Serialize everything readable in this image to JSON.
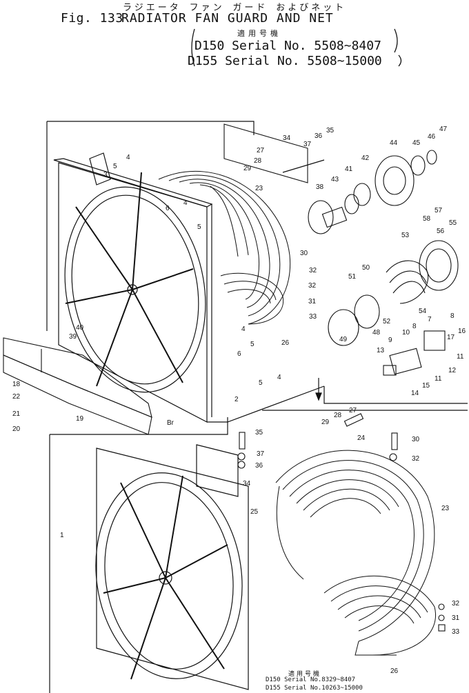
{
  "header": {
    "jp_title": "ラジエータ ファン ガード およびネット",
    "fig_label": "Fig. 133",
    "title": "RADIATOR FAN GUARD AND NET",
    "applicability_jp": "適用号機",
    "serial_1": "D150 Serial No. 5508~8407",
    "serial_2": "D155 Serial No. 5508~15000"
  },
  "inset_note": {
    "jp": "適用号機",
    "serial_1": "D150 Serial No.8329~8407",
    "serial_2": "D155 Serial No.10263~15000"
  },
  "callouts": [
    "1",
    "2",
    "3",
    "4",
    "4",
    "4",
    "5",
    "5",
    "5",
    "5",
    "6",
    "6",
    "7",
    "8",
    "9",
    "10",
    "11",
    "11",
    "12",
    "13",
    "14",
    "15",
    "16",
    "17",
    "18",
    "19",
    "20",
    "21",
    "22",
    "23",
    "23",
    "24",
    "25",
    "26",
    "26",
    "27",
    "27",
    "28",
    "28",
    "29",
    "29",
    "30",
    "30",
    "31",
    "31",
    "32",
    "32",
    "32",
    "32",
    "33",
    "33",
    "34",
    "34",
    "35",
    "35",
    "36",
    "36",
    "37",
    "37",
    "38",
    "39",
    "40",
    "41",
    "42",
    "43",
    "44",
    "45",
    "46",
    "47",
    "48",
    "49",
    "50",
    "51",
    "52",
    "53",
    "54",
    "55",
    "56",
    "57",
    "58",
    "Br"
  ]
}
